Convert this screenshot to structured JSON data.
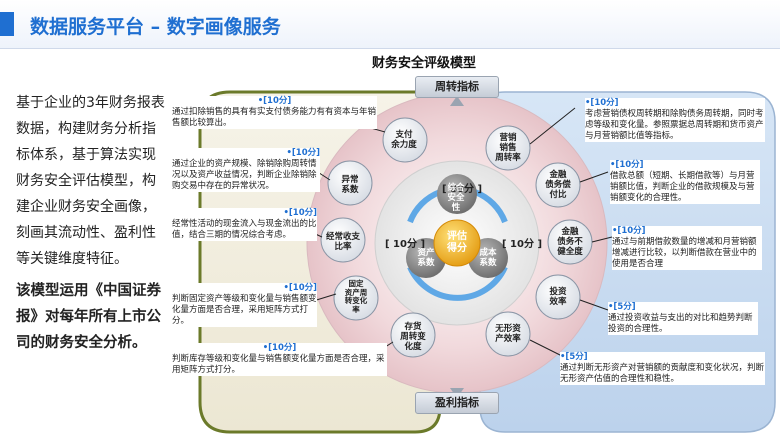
{
  "header": {
    "title": "数据服务平台 – 数字画像服务"
  },
  "intro": {
    "p1": "基于企业的3年财务报表数据，构建财务分析指标体系，基于算法实现财务安全评估模型，构建企业财务安全画像，刻画其流动性、盈利性等关键维度特征。",
    "p2": "该模型运用《中国证券报》对每年所有上市公司的财务安全分析。"
  },
  "model": {
    "title": "财务安全评级模型",
    "top_banner": "周转指标",
    "bottom_banner": "盈利指标",
    "center": "评估\n得分",
    "inner": {
      "top": "综合\n安全\n性",
      "left": "资产\n系数",
      "right": "成本\n系数"
    },
    "inner_weights": {
      "top": "[ 80分 ]",
      "left": "[ 10分 ]",
      "right": "[ 10分 ]"
    },
    "left_circles": [
      "支付\n余力度",
      "异常\n系数",
      "经常收支\n比率",
      "固定\n资产周\n转变化\n率",
      "存货\n周转变\n化度"
    ],
    "right_circles": [
      "营销\n销售\n周转率",
      "金融\n债务偿\n付比",
      "金融\n债务不\n健全度",
      "投资\n效率",
      "无形资\n产效率"
    ]
  },
  "left_notes": [
    {
      "weight": "•[10分]",
      "text": "通过扣除销售的具有有实支付债务能力有有资本与年销售额比较算出。"
    },
    {
      "weight": "•[10分]",
      "text": "通过企业的资产规模、除销除购周转情况以及资产收益情况，判断企业除销除购交易中存在的异常状况。"
    },
    {
      "weight": "•[10分]",
      "text": "经常性活动的现金流入与现金流出的比值，结合三期的情况综合考虑。"
    },
    {
      "weight": "•[10分]",
      "text": "判断固定资产等级和变化量与销售额变化量方面是否合理，采用矩阵方式打分。"
    },
    {
      "weight": "•[10分]",
      "text": "判断库存等级和变化量与销售额变化量方面是否合理，采用矩阵方式打分。"
    }
  ],
  "right_notes": [
    {
      "weight": "•[10分]",
      "text": "考虑营销债权周转期和除购债务周转期，同时考虑等级和变化量。参照票据总周转期和货币资产与月营销额比值等指标。"
    },
    {
      "weight": "•[10分]",
      "text": "借款总额（短期、长期借款等）与月营销额比值，判断企业的借款规模及与营销额变化的合理性。"
    },
    {
      "weight": "•[10分]",
      "text": "通过与前期借款数量的增减和月营销额增减进行比较，以判断借款在营业中的使用是否合理"
    },
    {
      "weight": "•[5分]",
      "text": "通过投资收益与支出的对比和趋势判断投资的合理性。"
    },
    {
      "weight": "•[5分]",
      "text": "通过判断无形资产对营销额的贡献度和变化状况，判断无形资产估值的合理性和稳性。"
    }
  ]
}
